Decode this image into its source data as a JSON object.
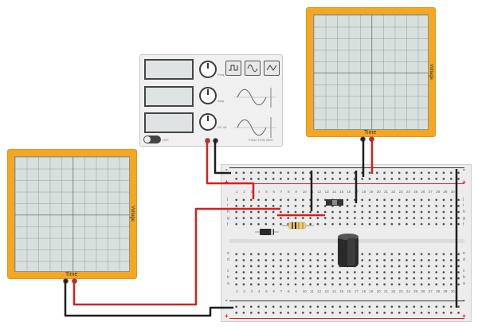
{
  "oscilloscope_left": {
    "x_label": "Time",
    "y_label": "Voltage"
  },
  "oscilloscope_right": {
    "x_label": "Time",
    "y_label": "Voltage"
  },
  "function_generator": {
    "knob_labels": [
      "Freq",
      "Amp",
      "DC off"
    ],
    "wave_buttons": [
      "square-wave",
      "sine-wave",
      "triangle-wave"
    ],
    "power_label": "OFF",
    "brand_text": "FUNCTION GEN"
  },
  "breadboard": {
    "column_numbers": [
      "1",
      "2",
      "3",
      "4",
      "5",
      "6",
      "7",
      "8",
      "9",
      "10",
      "11",
      "12",
      "13",
      "14",
      "15",
      "16",
      "17",
      "18",
      "19",
      "20",
      "21",
      "22",
      "23",
      "24",
      "25",
      "26",
      "27",
      "28",
      "29",
      "30"
    ],
    "row_letters_top": [
      "j",
      "i",
      "h",
      "g",
      "f"
    ],
    "row_letters_bottom": [
      "e",
      "d",
      "c",
      "b",
      "a"
    ],
    "rail_plus": "+",
    "rail_minus": "-"
  },
  "colors": {
    "scope_body": "#f5a623",
    "wire_red": "#d42020",
    "wire_black": "#1e1e1e"
  }
}
